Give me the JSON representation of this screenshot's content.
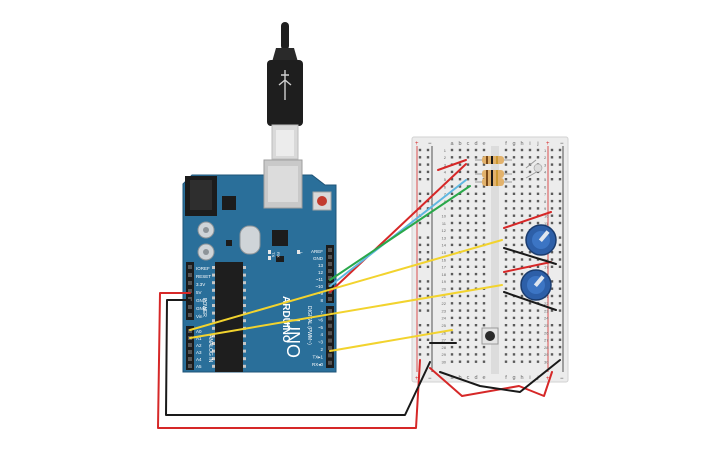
{
  "arduino": {
    "brand": "ARDUINO",
    "model": "UNO",
    "power_header_label": "POWER",
    "analog_header_label": "ANALOG IN",
    "digital_header_label": "DIGITAL (PWM~)",
    "tx_mark": "TX",
    "rx_mark": "RX",
    "l_mark": "L",
    "power_pins": [
      "IOREF",
      "RESET",
      "3.3V",
      "5V",
      "GND",
      "GND",
      "Vin"
    ],
    "analog_pins": [
      "A0",
      "A1",
      "A2",
      "A3",
      "A4",
      "A5"
    ],
    "digital_pins_top": [
      "AREF",
      "GND",
      "13",
      "12",
      "~11",
      "~10",
      "~9",
      "8"
    ],
    "digital_pins_bottom": [
      "7",
      "~6",
      "~5",
      "4",
      "~3",
      "2",
      "TX▸1",
      "RX◂0"
    ]
  },
  "breadboard": {
    "col_letters_left": [
      "a",
      "b",
      "c",
      "d",
      "e"
    ],
    "col_letters_right": [
      "f",
      "g",
      "h",
      "i",
      "j"
    ],
    "row_numbers": [
      "1",
      "2",
      "3",
      "4",
      "5",
      "6",
      "7",
      "8",
      "9",
      "10",
      "11",
      "12",
      "13",
      "14",
      "15",
      "16",
      "17",
      "18",
      "19",
      "20",
      "21",
      "22",
      "23",
      "24",
      "25",
      "26",
      "27",
      "28",
      "29",
      "30"
    ],
    "rail_plus": "+",
    "rail_minus": "−"
  },
  "colors": {
    "arduino_board": "#2a6f9a",
    "breadboard": "#ececec",
    "wire_red": "#d62828",
    "wire_yellow": "#f2d32e",
    "wire_green": "#2aa84a",
    "wire_blue": "#5fb7e0",
    "wire_black": "#1a1a1a",
    "pot_blue": "#2d5fa8"
  },
  "components": {
    "usb_cable": "usb-cable",
    "resistors": 2,
    "potentiometers": 2,
    "pushbutton": 1,
    "led": 1
  }
}
